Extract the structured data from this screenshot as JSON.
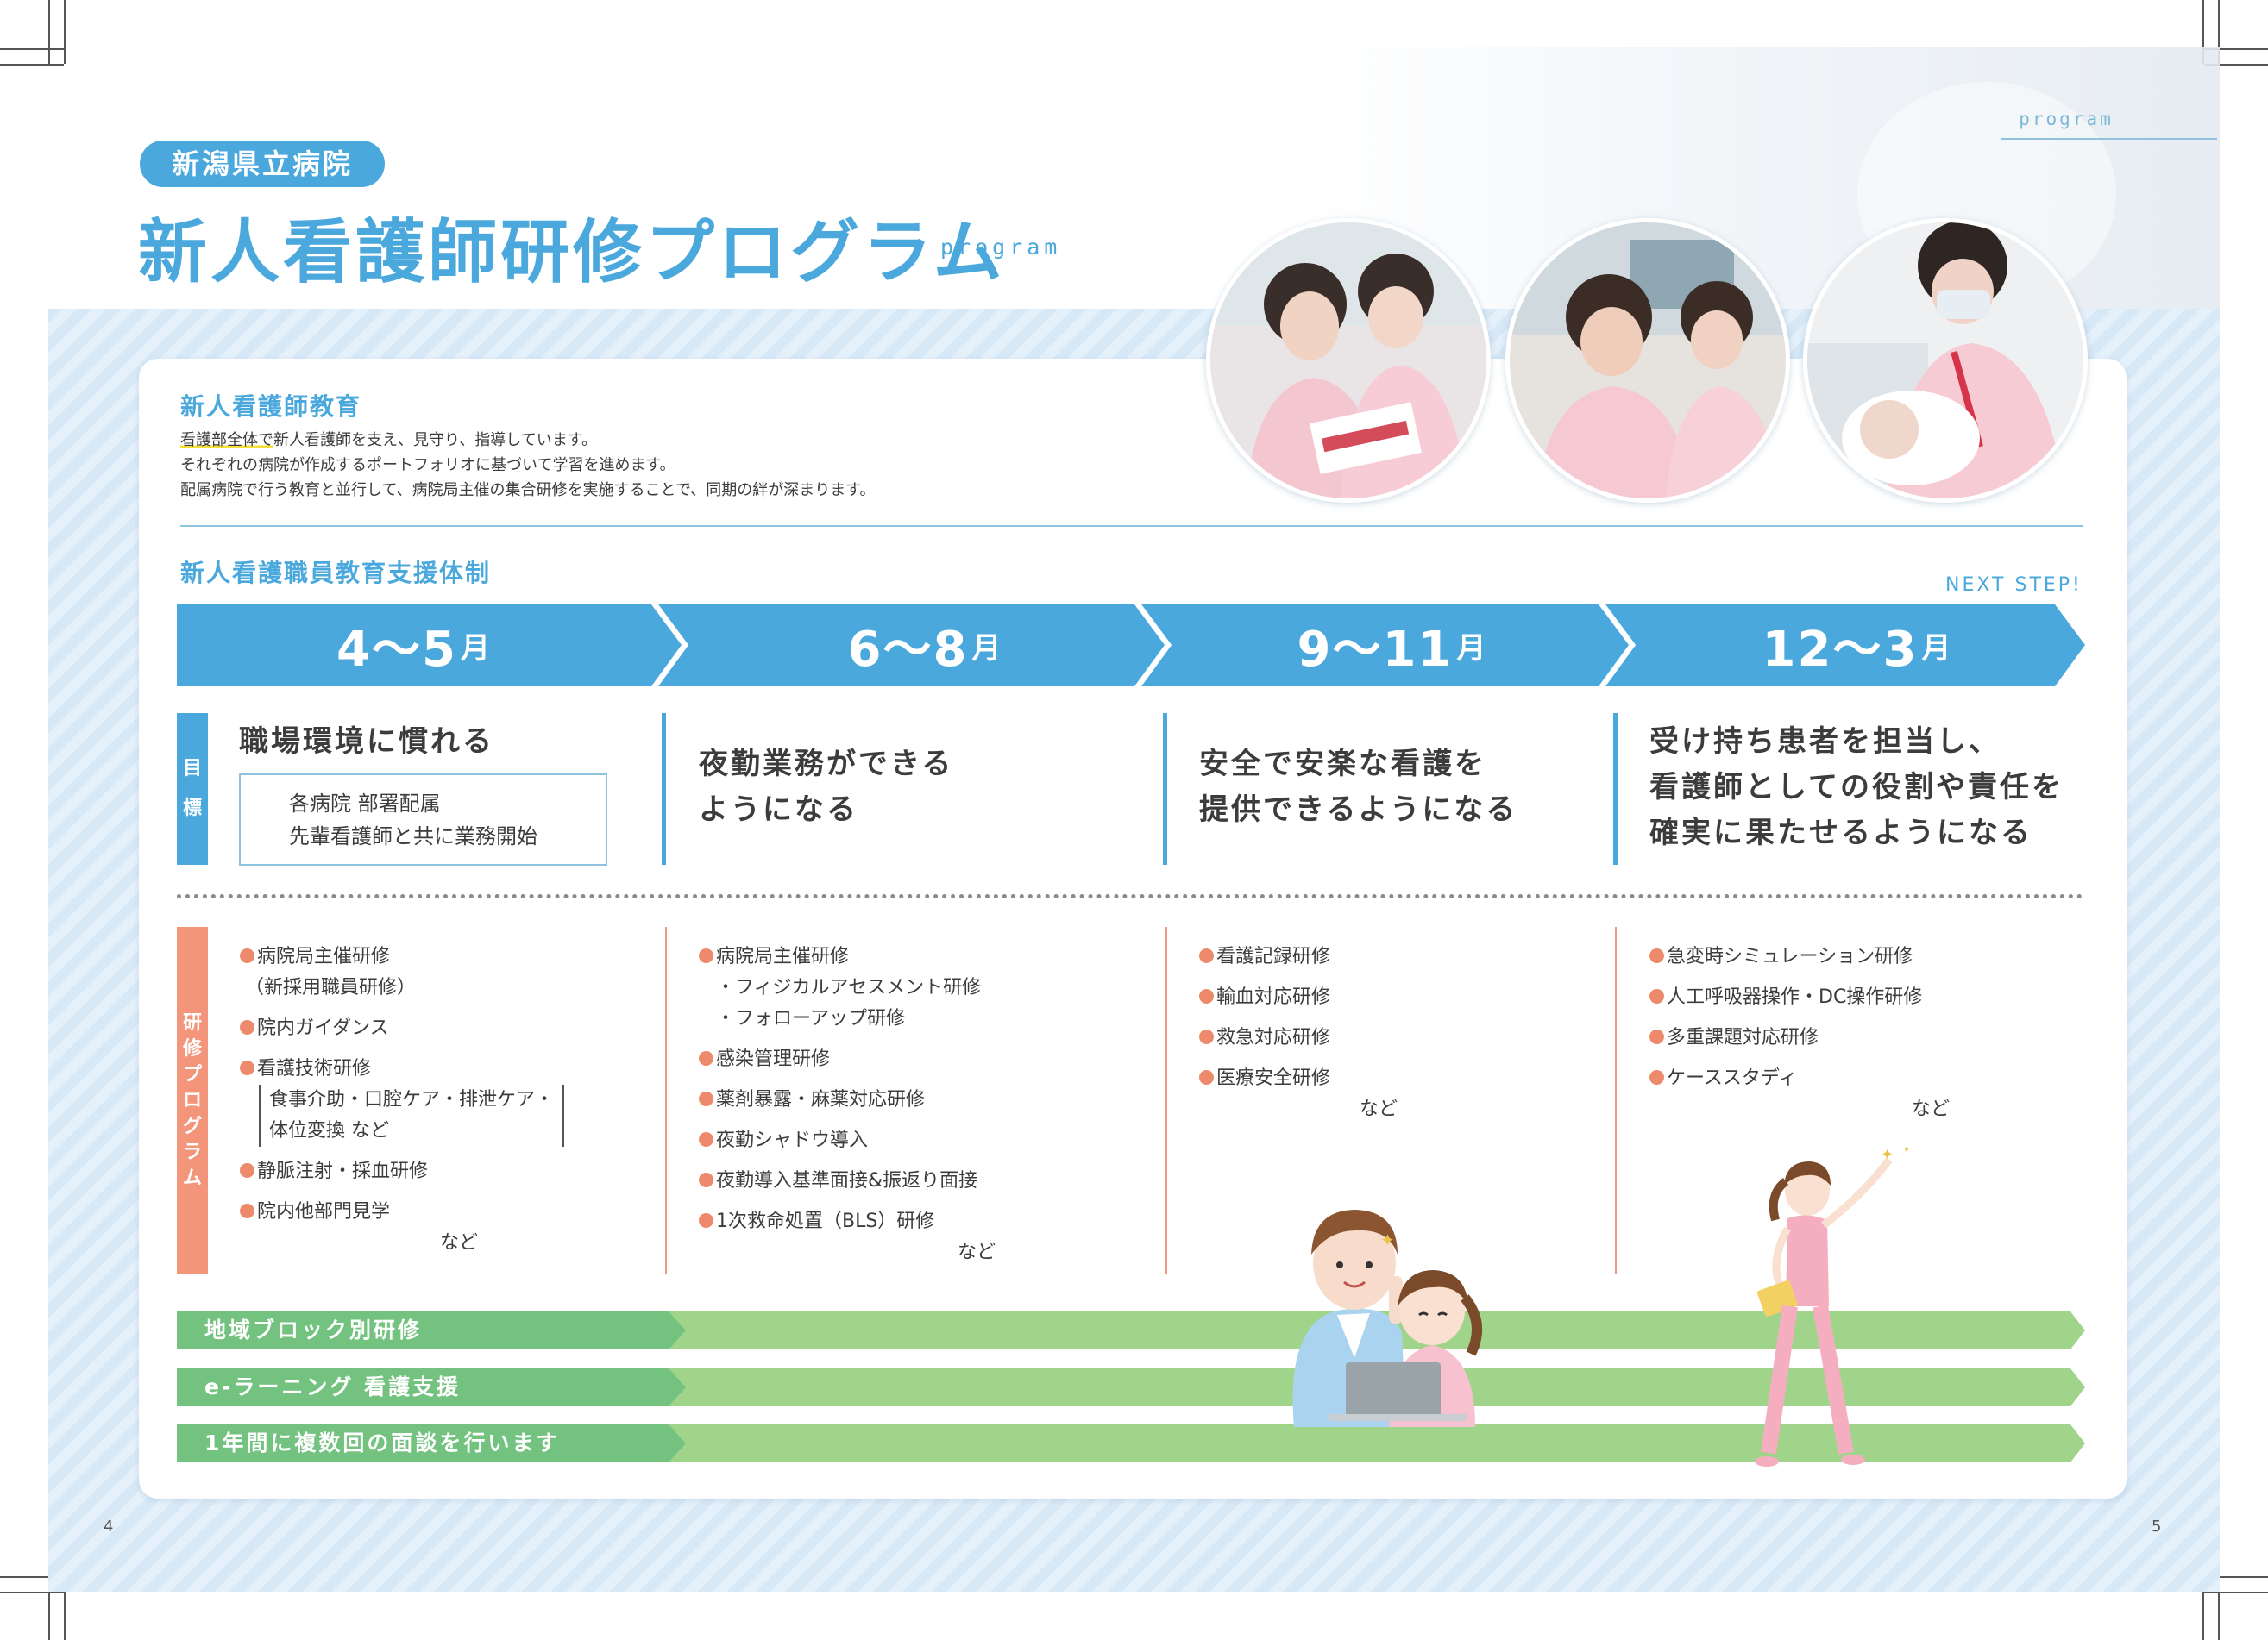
{
  "header": {
    "badge": "新潟県立病院",
    "title": "新人看護師研修プログラム",
    "subtitle_en": "program",
    "corner_en": "program"
  },
  "intro": {
    "heading": "新人看護師教育",
    "highlight": "看護部全体で",
    "line1_rest": "新人看護師を支え、見守り、指導しています。",
    "line2": "それぞれの病院が作成するポートフォリオに基づいて学習を進めます。",
    "line3": "配属病院で行う教育と並行して、病院局主催の集合研修を実施することで、同期の絆が深まります。"
  },
  "support": {
    "heading": "新人看護職員教育支援体制",
    "next_step": "NEXT STEP!"
  },
  "periods": [
    {
      "range": "4～5",
      "unit": "月"
    },
    {
      "range": "6～8",
      "unit": "月"
    },
    {
      "range": "9～11",
      "unit": "月"
    },
    {
      "range": "12～3",
      "unit": "月"
    }
  ],
  "goal_tab": [
    "目",
    "標"
  ],
  "goals": {
    "g1_title": "職場環境に慣れる",
    "g1_box_line1": "各病院 部署配属",
    "g1_box_line2": "先輩看護師と共に業務開始",
    "g2_line1": "夜勤業務ができる",
    "g2_line2": "ようになる",
    "g3_line1": "安全で安楽な看護を",
    "g3_line2": "提供できるようになる",
    "g4_line1": "受け持ち患者を担当し、",
    "g4_line2": "看護師としての役割や責任を",
    "g4_line3": "確実に果たせるようになる"
  },
  "program_tab": [
    "研",
    "修",
    "プ",
    "ロ",
    "グ",
    "ラ",
    "ム"
  ],
  "programs": {
    "c1": {
      "i1": "病院局主催研修",
      "i1_sub": "（新採用職員研修）",
      "i2": "院内ガイダンス",
      "i3": "看護技術研修",
      "i3_br1": "食事介助・口腔ケア・排泄ケア・",
      "i3_br2": "体位変換 など",
      "i4": "静脈注射・採血研修",
      "i5": "院内他部門見学",
      "etc": "など"
    },
    "c2": {
      "i1": "病院局主催研修",
      "i1_sub1": "・フィジカルアセスメント研修",
      "i1_sub2": "・フォローアップ研修",
      "i2": "感染管理研修",
      "i3": "薬剤暴露・麻薬対応研修",
      "i4": "夜勤シャドウ導入",
      "i5": "夜勤導入基準面接&振返り面接",
      "i6": "1次救命処置（BLS）研修",
      "etc": "など"
    },
    "c3": {
      "i1": "看護記録研修",
      "i2": "輸血対応研修",
      "i3": "救急対応研修",
      "i4": "医療安全研修",
      "etc": "など"
    },
    "c4": {
      "i1": "急変時シミュレーション研修",
      "i2": "人工呼吸器操作・DC操作研修",
      "i3": "多重課題対応研修",
      "i4": "ケーススタディ",
      "etc": "など"
    }
  },
  "bands": [
    "地域ブロック別研修",
    "e-ラーニング 看護支援",
    "1年間に複数回の面談を行います"
  ],
  "page_numbers": {
    "left": "4",
    "right": "5"
  },
  "colors": {
    "blue": "#4aa8dc",
    "light_blue": "#8ec2de",
    "salmon": "#ee8a6c",
    "green_dark": "#74c27f",
    "green_light": "#a0d48a"
  }
}
